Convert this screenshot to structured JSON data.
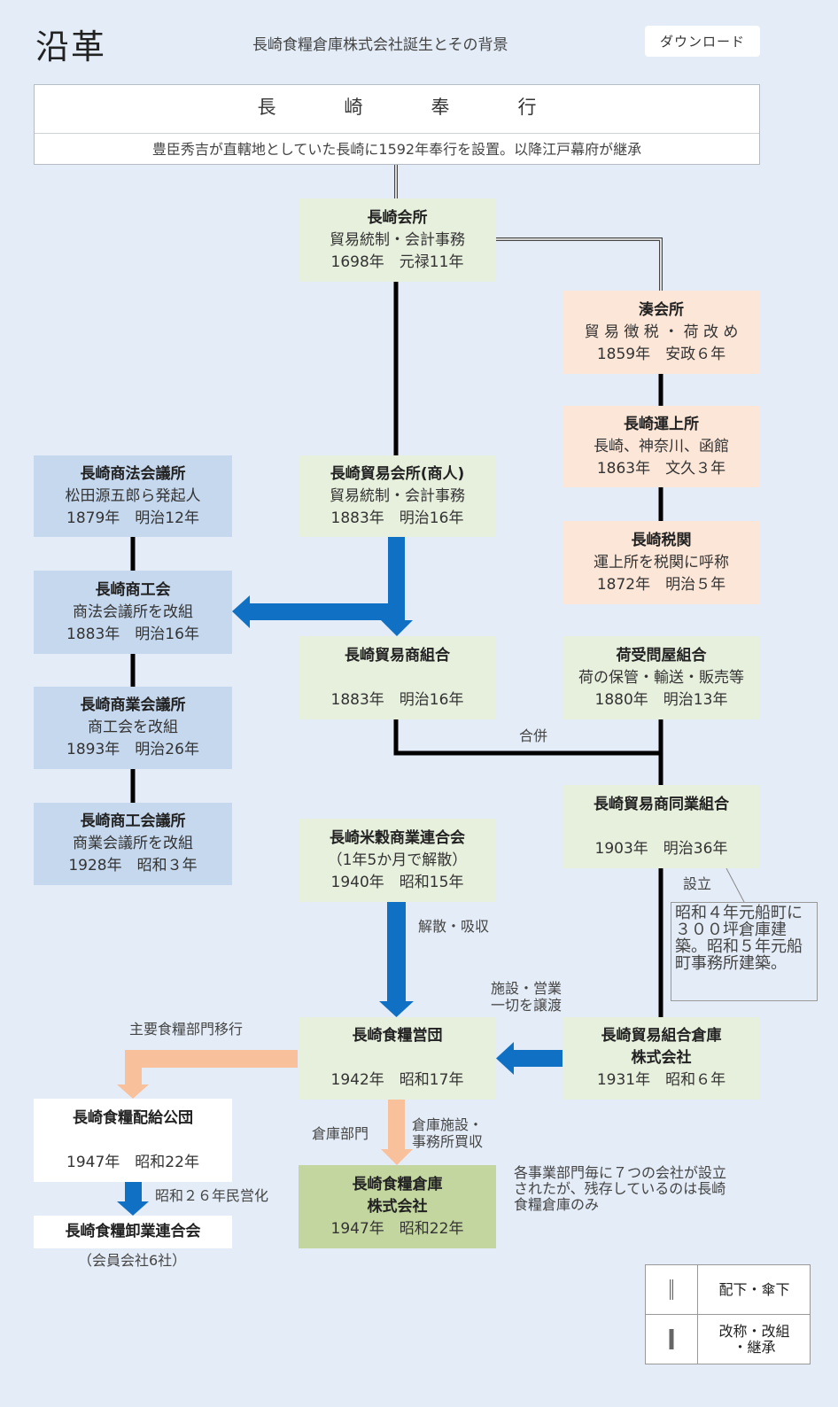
{
  "header": {
    "title": "沿革",
    "subtitle": "長崎食糧倉庫株式会社誕生とその背景",
    "download_label": "ダウンロード"
  },
  "root": {
    "name": "長　崎　奉　行",
    "description": "豊臣秀吉が直轄地としていた長崎に1592年奉行を設置。以降江戸幕府が継承"
  },
  "nodes": {
    "kaisho": {
      "name": "長崎会所",
      "l1": "貿易統制・会計事務",
      "l2": "1698年　元禄11年"
    },
    "minato": {
      "name": "湊会所",
      "l1": "貿 易 徴 税 ・ 荷 改 め",
      "l2": "1859年　安政６年"
    },
    "unjo": {
      "name": "長崎運上所",
      "l1": "長崎、神奈川、函館",
      "l2": "1863年　文久３年"
    },
    "zeikan": {
      "name": "長崎税関",
      "l1": "運上所を税関に呼称",
      "l2": "1872年　明治５年"
    },
    "shoho": {
      "name": "長崎商法会議所",
      "l1": "松田源五郎ら発起人",
      "l2": "1879年　明治12年"
    },
    "boeki_kaisho": {
      "name": "長崎貿易会所(商人)",
      "l1": "貿易統制・会計事務",
      "l2": "1883年　明治16年"
    },
    "shokokai": {
      "name": "長崎商工会",
      "l1": "商法会議所を改組",
      "l2": "1883年　明治16年"
    },
    "boeki_kumiai": {
      "name": "長崎貿易商組合",
      "l1": "",
      "l2": "1883年　明治16年"
    },
    "niuke": {
      "name": "荷受問屋組合",
      "l1": "荷の保管・輸送・販売等",
      "l2": "1880年　明治13年"
    },
    "shogyo": {
      "name": "長崎商業会議所",
      "l1": "商工会を改組",
      "l2": "1893年　明治26年"
    },
    "doygyo": {
      "name": "長崎貿易商同業組合",
      "l1": "",
      "l2": "1903年　明治36年"
    },
    "shoko_kaigisho": {
      "name": "長崎商工会議所",
      "l1": "商業会議所を改組",
      "l2": "1928年　昭和３年"
    },
    "beikoku": {
      "name": "長崎米穀商業連合会",
      "l1": "（1年5か月で解散）",
      "l2": "1940年　昭和15年"
    },
    "eidan": {
      "name": "長崎食糧営団",
      "l1": "",
      "l2": "1942年　昭和17年"
    },
    "souko_kumiai": {
      "name": "長崎貿易組合倉庫",
      "l1": "株式会社",
      "l2": "1931年　昭和６年"
    },
    "haikyu": {
      "name": "長崎食糧配給公団",
      "l1": "",
      "l2": "1947年　昭和22年"
    },
    "shokuryo_souko": {
      "name": "長崎食糧倉庫",
      "l1": "株式会社",
      "l2": "1947年　昭和22年"
    },
    "oroshi": {
      "name": "長崎食糧卸業連合会"
    }
  },
  "labels": {
    "gappei": "合併",
    "setsuritsu": "設立",
    "kaisan": "解散・吸収",
    "joto_1": "施設・営業",
    "joto_2": "一切を譲渡",
    "iko": "主要食糧部門移行",
    "souko_bumon": "倉庫部門",
    "kaishu_1": "倉庫施設・",
    "kaishu_2": "事務所買収",
    "minei": "昭和２６年民営化",
    "kaiin": "（会員会社6社）",
    "note_right": "昭和４年元船町に　３００坪倉庫建築。昭和５年元船町事務所建築。",
    "note_bottom_1": "各事業部門毎に７つの会社が設立",
    "note_bottom_2": "されたが、残存しているのは長崎",
    "note_bottom_3": "食糧倉庫のみ"
  },
  "legend": {
    "thin_label": "配下・傘下",
    "thick_label_1": "改称・改組",
    "thick_label_2": "・継承"
  },
  "colors": {
    "background": "#e4edf7",
    "green": "#e7efdd",
    "orange": "#fce6d7",
    "blue": "#c6d8ee",
    "dark_green": "#c3d69f",
    "arrow_blue": "#1071c4",
    "arrow_orange": "#f9c09c"
  }
}
